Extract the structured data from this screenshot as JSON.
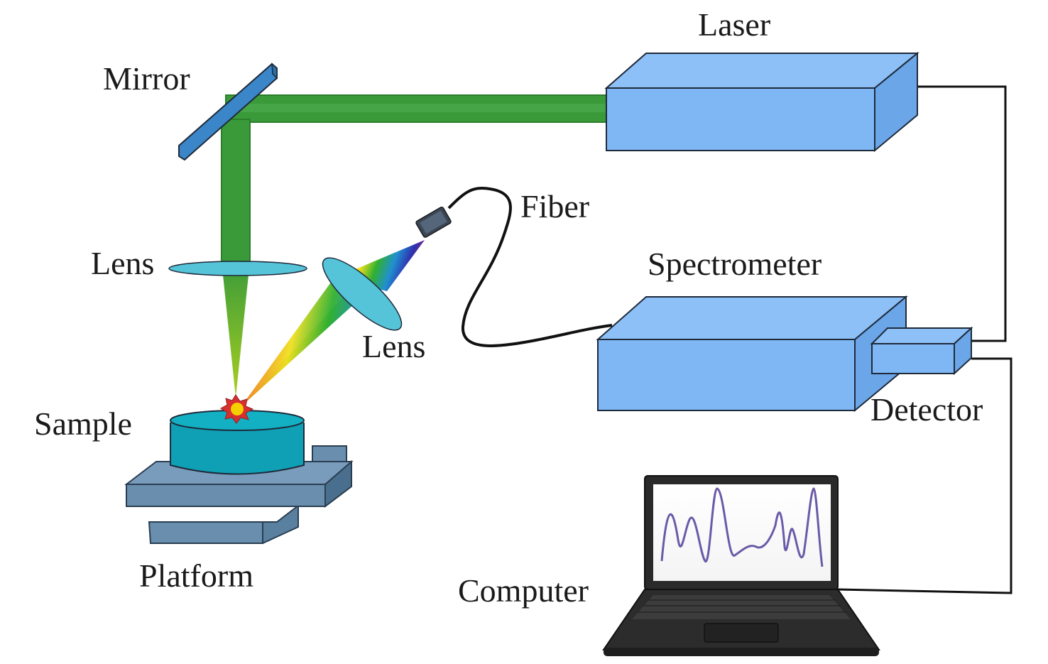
{
  "diagram": {
    "title": "",
    "labels": {
      "laser": "Laser",
      "mirror": "Mirror",
      "lens_top": "Lens",
      "lens_bottom": "Lens",
      "fiber": "Fiber",
      "spectrometer": "Spectrometer",
      "detector": "Detector",
      "sample": "Sample",
      "platform": "Platform",
      "computer": "Computer"
    },
    "colors": {
      "device_fill": "#7fb7f5",
      "device_stroke": "#1f2a3a",
      "beam": "#3a9a3a",
      "beam_edge": "#2b7d2b",
      "mirror": "#3b86c9",
      "lens": "#55c3d8",
      "sample": "#0fa0b5",
      "platform": "#5a80a0",
      "cable": "#111111"
    }
  }
}
